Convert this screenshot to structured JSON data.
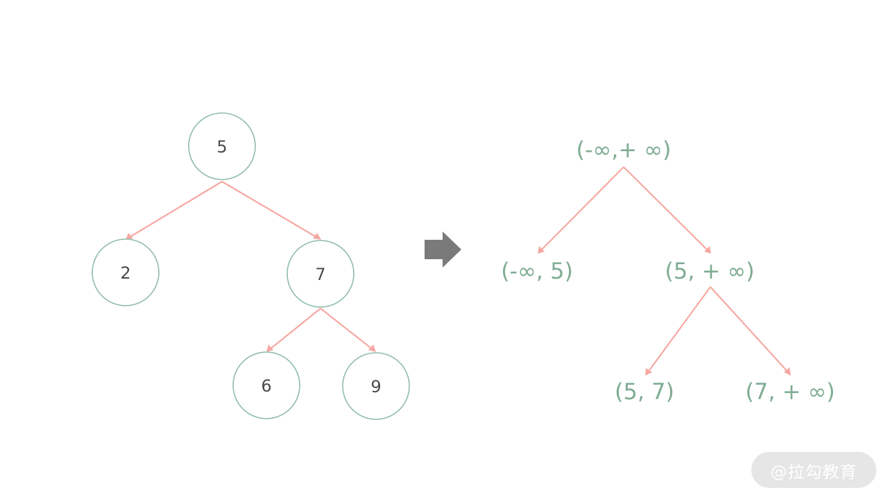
{
  "left_tree": {
    "nodes": {
      "root": "5",
      "left": "2",
      "right": "7",
      "right_left": "6",
      "right_right": "9"
    }
  },
  "right_tree": {
    "labels": {
      "root": "(-∞,+ ∞)",
      "left": "(-∞, 5)",
      "right": "(5, + ∞)",
      "right_left": "(5, 7)",
      "right_right": "(7, + ∞)"
    }
  },
  "watermark": {
    "text": "@拉勾教育"
  },
  "colors": {
    "node_stroke": "#8fbcaa",
    "edge": "#f6a8a2",
    "interval_text": "#7fac92",
    "transform_arrow": "#7a7a7a"
  },
  "icons": {
    "transform": "right-arrow-icon"
  }
}
